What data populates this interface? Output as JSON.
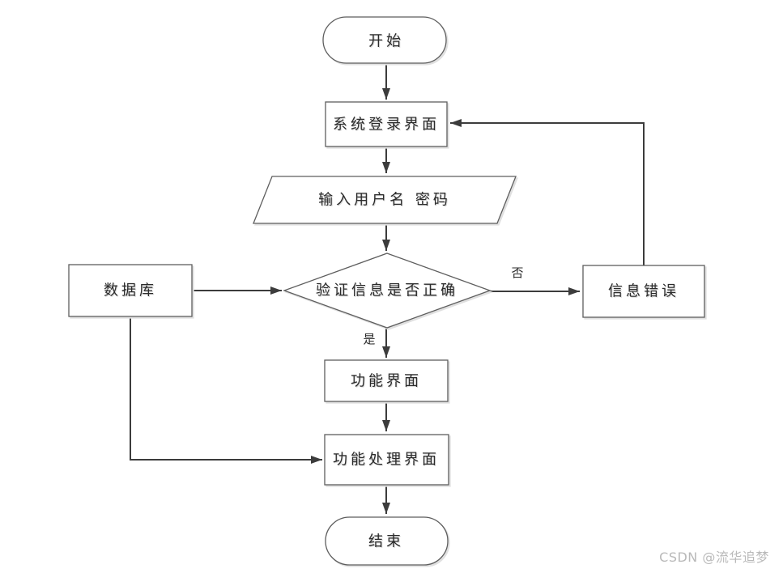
{
  "diagram": {
    "kind": "flowchart",
    "language": "zh-CN",
    "background_color": "#ffffff",
    "shape_stroke_color": "#5e5e5e",
    "edge_color": "#3c3c3c",
    "text_color": "#2b2b2b",
    "shadow_color": "#e0e0e0"
  },
  "nodes": {
    "start": {
      "label": "开始",
      "type": "terminator"
    },
    "login": {
      "label": "系统登录界面",
      "type": "process"
    },
    "input": {
      "label": "输入用户名 密码",
      "type": "data"
    },
    "verify": {
      "label": "验证信息是否正确",
      "type": "decision"
    },
    "database": {
      "label": "数据库",
      "type": "process"
    },
    "error": {
      "label": "信息错误",
      "type": "process"
    },
    "func": {
      "label": "功能界面",
      "type": "process"
    },
    "proc": {
      "label": "功能处理界面",
      "type": "process"
    },
    "end": {
      "label": "结束",
      "type": "terminator"
    }
  },
  "edges": [
    {
      "from": "start",
      "to": "login",
      "label": ""
    },
    {
      "from": "login",
      "to": "input",
      "label": ""
    },
    {
      "from": "input",
      "to": "verify",
      "label": ""
    },
    {
      "from": "verify",
      "to": "func",
      "label": "是"
    },
    {
      "from": "verify",
      "to": "error",
      "label": "否"
    },
    {
      "from": "error",
      "to": "login",
      "label": ""
    },
    {
      "from": "database",
      "to": "verify",
      "label": ""
    },
    {
      "from": "database",
      "to": "proc",
      "label": ""
    },
    {
      "from": "func",
      "to": "proc",
      "label": ""
    },
    {
      "from": "proc",
      "to": "end",
      "label": ""
    }
  ],
  "watermark": {
    "text": "CSDN @流华追梦",
    "color": "#b9b9b9"
  }
}
